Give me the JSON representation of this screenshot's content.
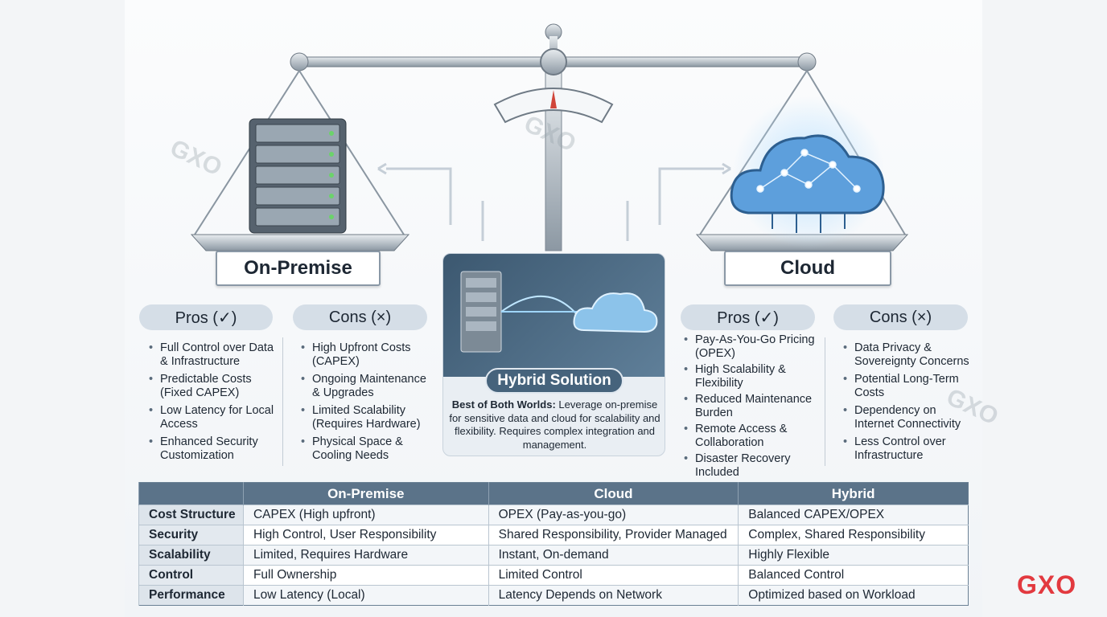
{
  "on_premise": {
    "title": "On-Premise",
    "pros_label": "Pros (✓)",
    "cons_label": "Cons (×)",
    "pros": [
      "Full Control over Data & Infrastructure",
      "Predictable Costs (Fixed CAPEX)",
      "Low Latency for Local Access",
      "Enhanced Security Customization"
    ],
    "cons": [
      "High Upfront Costs (CAPEX)",
      "Ongoing Maintenance & Upgrades",
      "Limited Scalability (Requires Hardware)",
      "Physical Space & Cooling Needs"
    ]
  },
  "cloud": {
    "title": "Cloud",
    "pros_label": "Pros (✓)",
    "cons_label": "Cons (×)",
    "pros": [
      "Pay-As-You-Go Pricing (OPEX)",
      "High Scalability & Flexibility",
      "Reduced Maintenance Burden",
      "Remote Access & Collaboration",
      "Disaster Recovery Included"
    ],
    "cons": [
      "Data Privacy & Sovereignty Concerns",
      "Potential Long-Term Costs",
      "Dependency on Internet Connectivity",
      "Less Control over Infrastructure"
    ]
  },
  "hybrid": {
    "title": "Hybrid Solution",
    "lead": "Best of Both Worlds:",
    "text": " Leverage on-premise for sensitive data and cloud for scalability and flexibility. Requires complex integration and management."
  },
  "table": {
    "headers": [
      "",
      "On-Premise",
      "Cloud",
      "Hybrid"
    ],
    "rows": [
      [
        "Cost Structure",
        "CAPEX (High upfront)",
        "OPEX (Pay-as-you-go)",
        "Balanced CAPEX/OPEX"
      ],
      [
        "Security",
        "High Control, User Responsibility",
        "Shared Responsibility, Provider Managed",
        "Complex, Shared Responsibility"
      ],
      [
        "Scalability",
        "Limited, Requires Hardware",
        "Instant, On-demand",
        "Highly Flexible"
      ],
      [
        "Control",
        "Full Ownership",
        "Limited Control",
        "Balanced Control"
      ],
      [
        "Performance",
        "Low Latency (Local)",
        "Latency Depends on Network",
        "Optimized based on Workload"
      ]
    ]
  },
  "logo": "GXO",
  "watermark": "GXO",
  "colors": {
    "header": "#5b7389",
    "accent": "#e2393f",
    "cloud": "#4f8fd0"
  }
}
